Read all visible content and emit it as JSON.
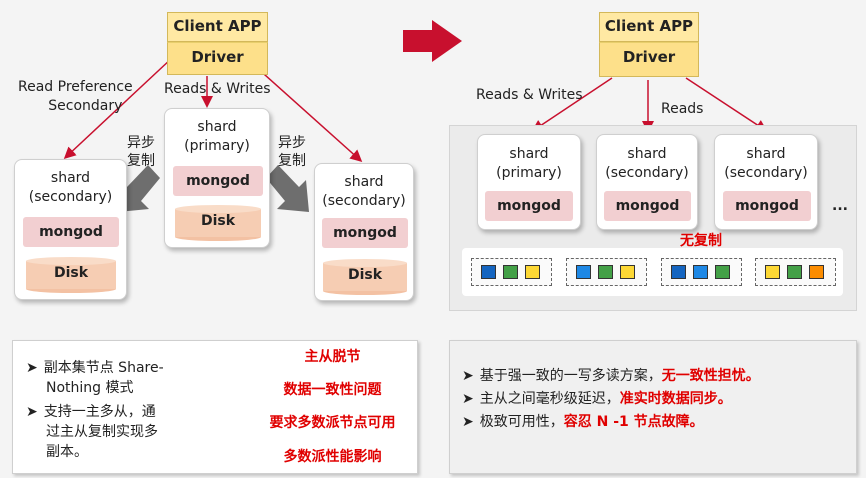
{
  "left": {
    "client_app": "Client APP",
    "driver": "Driver",
    "read_preference": [
      "Read Preference",
      "Secondary"
    ],
    "reads_writes": "Reads & Writes",
    "async_left": [
      "异步",
      "复制"
    ],
    "async_right": [
      "异步",
      "复制"
    ],
    "shards": [
      {
        "title": [
          "shard",
          "(secondary)"
        ],
        "mongod": "mongod",
        "disk": "Disk"
      },
      {
        "title": [
          "shard",
          "(primary)"
        ],
        "mongod": "mongod",
        "disk": "Disk"
      },
      {
        "title": [
          "shard",
          "(secondary)"
        ],
        "mongod": "mongod",
        "disk": "Disk"
      }
    ]
  },
  "right": {
    "client_app": "Client APP",
    "driver": "Driver",
    "reads_writes": "Reads & Writes",
    "reads": "Reads",
    "no_replication": "无复制",
    "ellipsis": "...",
    "shards": [
      {
        "title": [
          "shard",
          "(primary)"
        ],
        "mongod": "mongod"
      },
      {
        "title": [
          "shard",
          "(secondary)"
        ],
        "mongod": "mongod"
      },
      {
        "title": [
          "shard",
          "(secondary)"
        ],
        "mongod": "mongod"
      }
    ],
    "storage_groups": [
      [
        "#1565c0",
        "#43a047",
        "#fdd835"
      ],
      [
        "#1e88e5",
        "#43a047",
        "#fdd835"
      ],
      [
        "#1565c0",
        "#1e88e5",
        "#43a047"
      ],
      [
        "#fdd835",
        "#43a047",
        "#fb8c00"
      ]
    ]
  },
  "bottom_left": {
    "bullets": [
      [
        "副本集节点 Share-",
        "Nothing 模式"
      ],
      [
        "支持一主多从，通",
        "过主从复制实现多",
        "副本。"
      ]
    ],
    "issues": [
      "主从脱节",
      "数据一致性问题",
      "要求多数派节点可用",
      "多数派性能影响"
    ]
  },
  "bottom_right": {
    "bullets": [
      {
        "text": "基于强一致的一写多读方案，",
        "red": "无一致性担忧。"
      },
      {
        "text": "主从之间毫秒级延迟，",
        "red": "准实时数据同步。"
      },
      {
        "text": "极致可用性，",
        "red": "容忍 N -1 节点故障。"
      }
    ]
  },
  "colors": {
    "accent_red": "#e00000",
    "arrow_red": "#c8102e",
    "app_yellow": "#ffe9a3",
    "mongod_pink": "#f2cfd1",
    "disk_peach": "#f6cdb3"
  }
}
